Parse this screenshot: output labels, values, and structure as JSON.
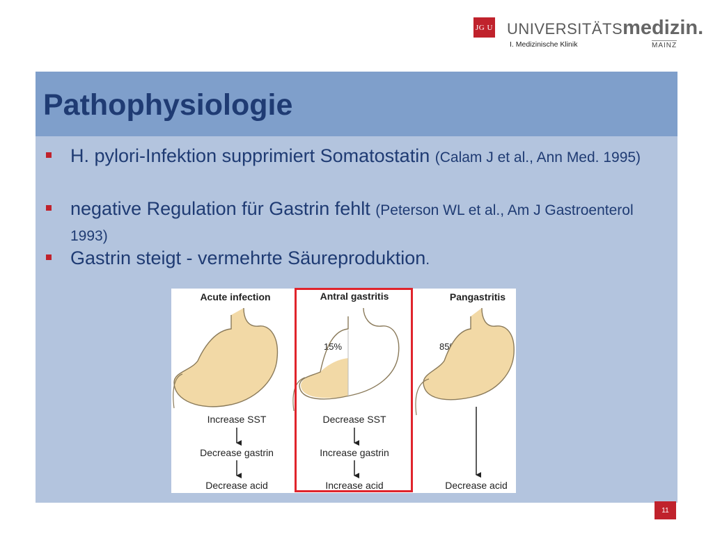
{
  "header": {
    "logo_box": "JG U",
    "logo_universitaets": "UNIVERSITÄTS",
    "logo_medizin": "medizin.",
    "clinic": "I. Medizinische Klinik",
    "city": "MAINZ"
  },
  "slide": {
    "title": "Pathophysiologie",
    "bullets": [
      {
        "main": "H. pylori-Infektion supprimiert Somatostatin",
        "ref": "(Calam J et al., Ann Med. 1995)"
      },
      {
        "main": "negative Regulation für Gastrin fehlt",
        "ref": "(Peterson WL et al., Am J Gastroenterol 1993)"
      },
      {
        "main": "Gastrin steigt - vermehrte Säureproduktion",
        "ref": "."
      }
    ]
  },
  "figure": {
    "panels": [
      {
        "title": "Acute infection",
        "percent": "",
        "steps": [
          "Increase SST",
          "Decrease gastrin",
          "Decrease acid"
        ]
      },
      {
        "title": "Antral gastritis",
        "percent": "15%",
        "steps": [
          "Decrease SST",
          "Increase gastrin",
          "Increase acid"
        ]
      },
      {
        "title": "Pangastritis",
        "percent": "85%",
        "steps": [
          "Decrease acid"
        ]
      }
    ],
    "stomach_fill": "#f2d9a6",
    "highlight_color": "#e0242c"
  },
  "footer": {
    "page_number": "11"
  }
}
